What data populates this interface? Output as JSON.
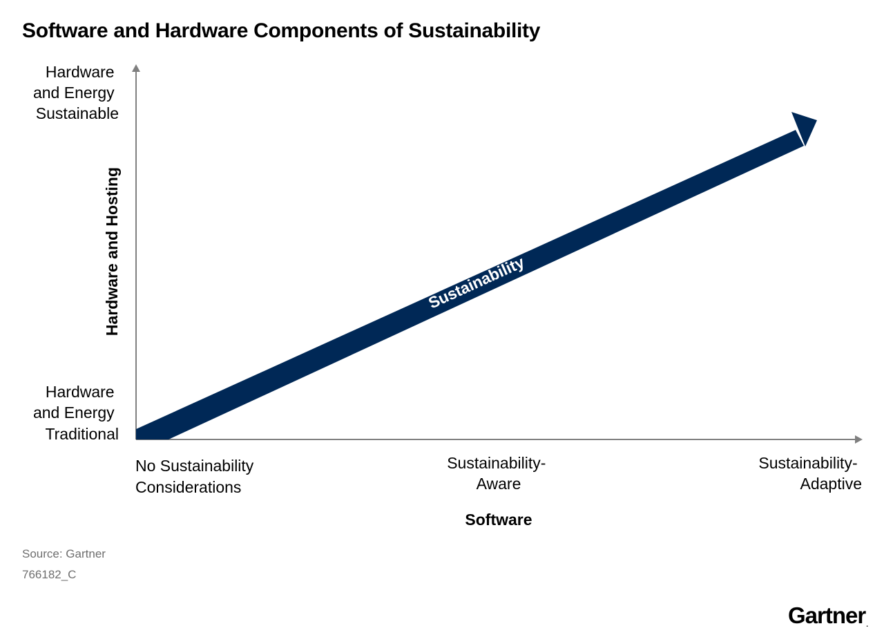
{
  "title": "Software and Hardware Components of Sustainability",
  "diagram": {
    "y_axis": {
      "title": "Hardware and Hosting",
      "top_label": [
        "Hardware",
        "and Energy",
        "Sustainable"
      ],
      "bottom_label": [
        "Hardware",
        "and Energy",
        "Traditional"
      ]
    },
    "x_axis": {
      "title": "Software",
      "labels": [
        [
          "No Sustainability",
          "Considerations"
        ],
        [
          "Sustainability-",
          "Aware"
        ],
        [
          "Sustainability-",
          "Adaptive"
        ]
      ]
    },
    "arrow": {
      "label": "Sustainability",
      "color": "#002856"
    },
    "axis_color": "#7f7f7f"
  },
  "footer": {
    "source": "Source: Gartner",
    "code": "766182_C"
  },
  "brand": {
    "name": "Gartner",
    "mark": "."
  }
}
